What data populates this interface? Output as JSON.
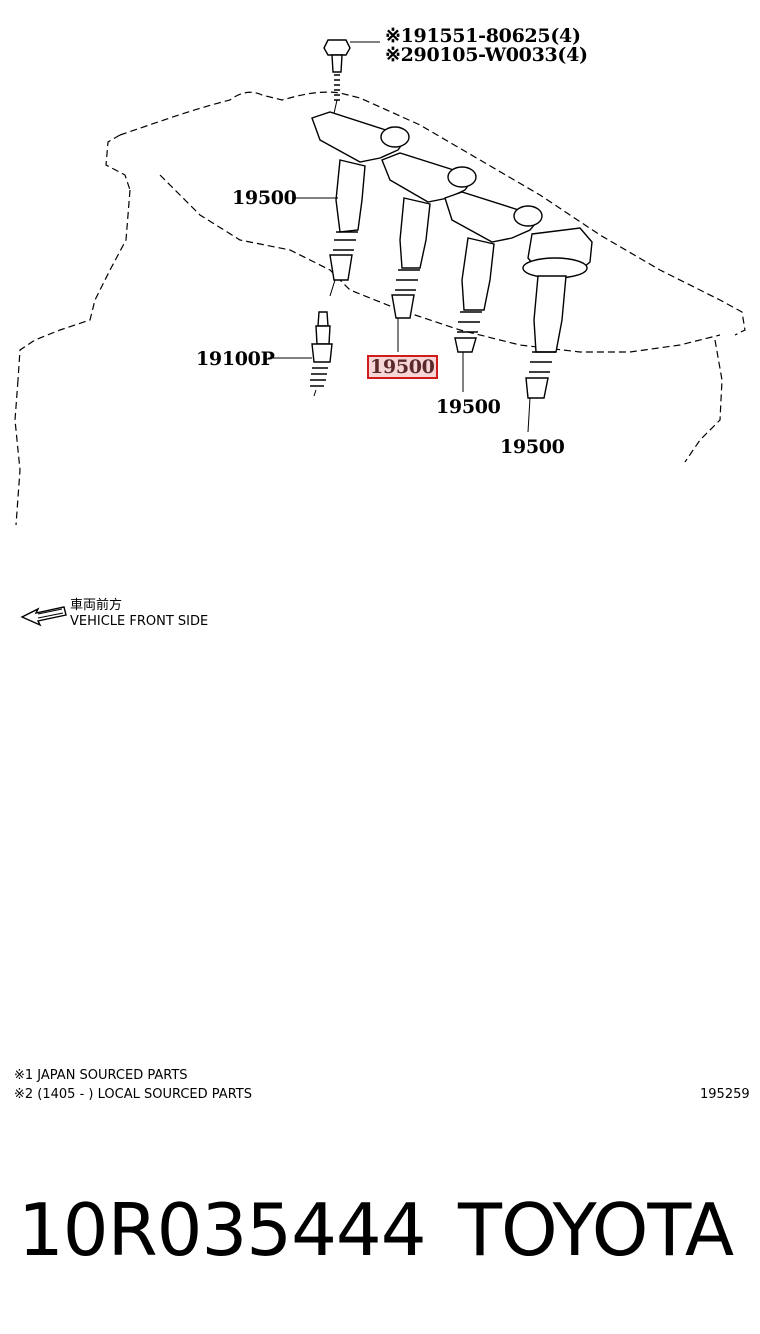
{
  "callouts": {
    "bolt_1": "※191551-80625(4)",
    "bolt_2": "※290105-W0033(4)",
    "coil_a": "19500",
    "coil_b": "19500",
    "coil_c": "19500",
    "coil_d": "19500",
    "plug": "19100P"
  },
  "direction": {
    "jp": "車両前方",
    "en": "VEHICLE FRONT SIDE"
  },
  "notes": {
    "note_1": "※1 JAPAN SOURCED PARTS",
    "note_2": "※2 (1405 -        ) LOCAL SOURCED PARTS",
    "figure_id": "195259"
  },
  "footer": {
    "part_number": "10R035444",
    "brand": "TOYOTA"
  }
}
